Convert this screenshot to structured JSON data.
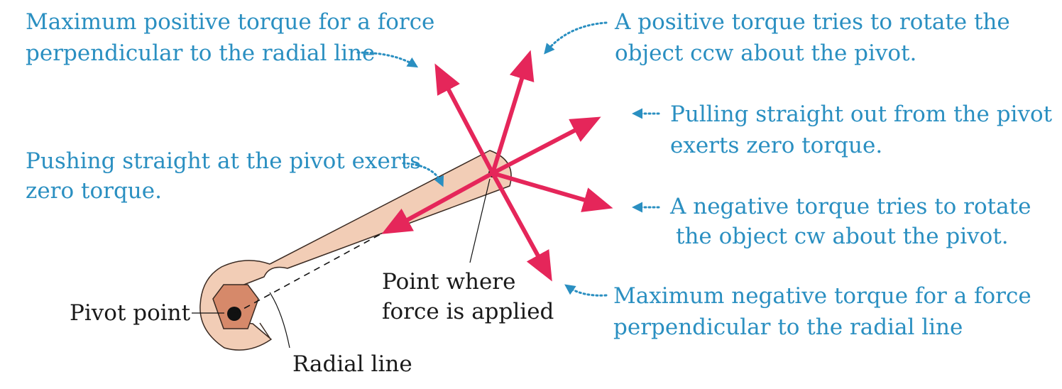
{
  "colors": {
    "annotation_text": "#2a8fc1",
    "force_arrow": "#e5265a",
    "wrench_fill": "#f2cdb6",
    "nut_fill": "#d6896a",
    "label_text": "#1a1a1a"
  },
  "annotations": {
    "max_positive": [
      "Maximum positive torque for a force",
      "perpendicular to the radial line"
    ],
    "positive_ccw": [
      "A positive torque tries to rotate the",
      "object ccw about the pivot."
    ],
    "pull_out": [
      "Pulling straight out from the pivot",
      "exerts zero torque."
    ],
    "push_in": [
      "Pushing straight at the pivot exerts",
      "zero torque."
    ],
    "negative_cw": [
      "A negative torque tries to rotate",
      "the object cw about the pivot."
    ],
    "max_negative": [
      "Maximum negative torque for a force",
      "perpendicular to the radial line"
    ]
  },
  "labels": {
    "pivot_point": "Pivot point",
    "radial_line": "Radial line",
    "force_point": [
      "Point where",
      "force is applied"
    ]
  }
}
